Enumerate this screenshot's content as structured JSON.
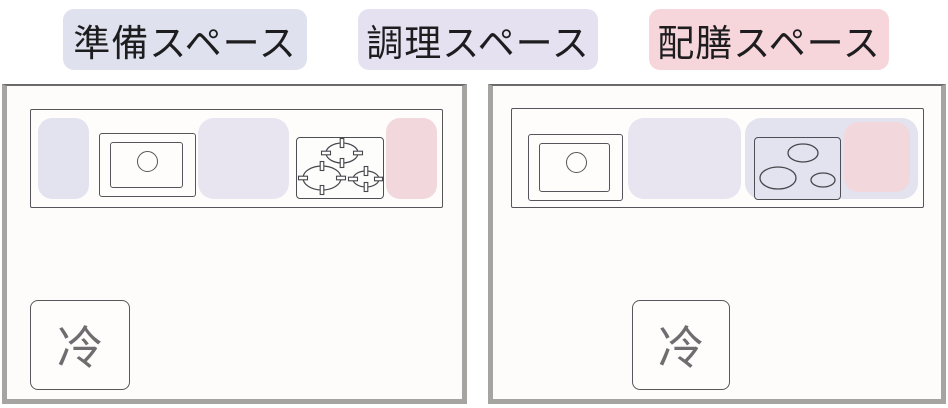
{
  "legend": {
    "items": [
      {
        "id": "prep",
        "label": "準備スペース"
      },
      {
        "id": "cook",
        "label": "調理スペース"
      },
      {
        "id": "serve",
        "label": "配膳スペース"
      }
    ]
  },
  "diagrams": {
    "left": {
      "id": "gas-kitchen",
      "stove_icon": "gas-cooktop-icon",
      "sink_icon": "sink-icon",
      "fridge_icon": "refrigerator-icon",
      "fridge_label": "冷"
    },
    "right": {
      "id": "ih-kitchen",
      "stove_icon": "ih-cooktop-icon",
      "sink_icon": "sink-icon",
      "fridge_icon": "refrigerator-icon",
      "fridge_label": "冷"
    }
  },
  "colors": {
    "legend-prep": "#dfe2ee",
    "legend-cook": "#e5e1f0",
    "legend-serve": "#f6d6db",
    "prep": "#e2e3ee",
    "cook": "#e8e4f0",
    "serve": "#f2d8dd",
    "wall": "#a6a4a1",
    "wall-top": "#6a6a6a",
    "outline": "#55555a",
    "room-bg": "#fdfcfa",
    "label-text": "#1d1d1f",
    "fridge-text": "#6e6e70"
  }
}
